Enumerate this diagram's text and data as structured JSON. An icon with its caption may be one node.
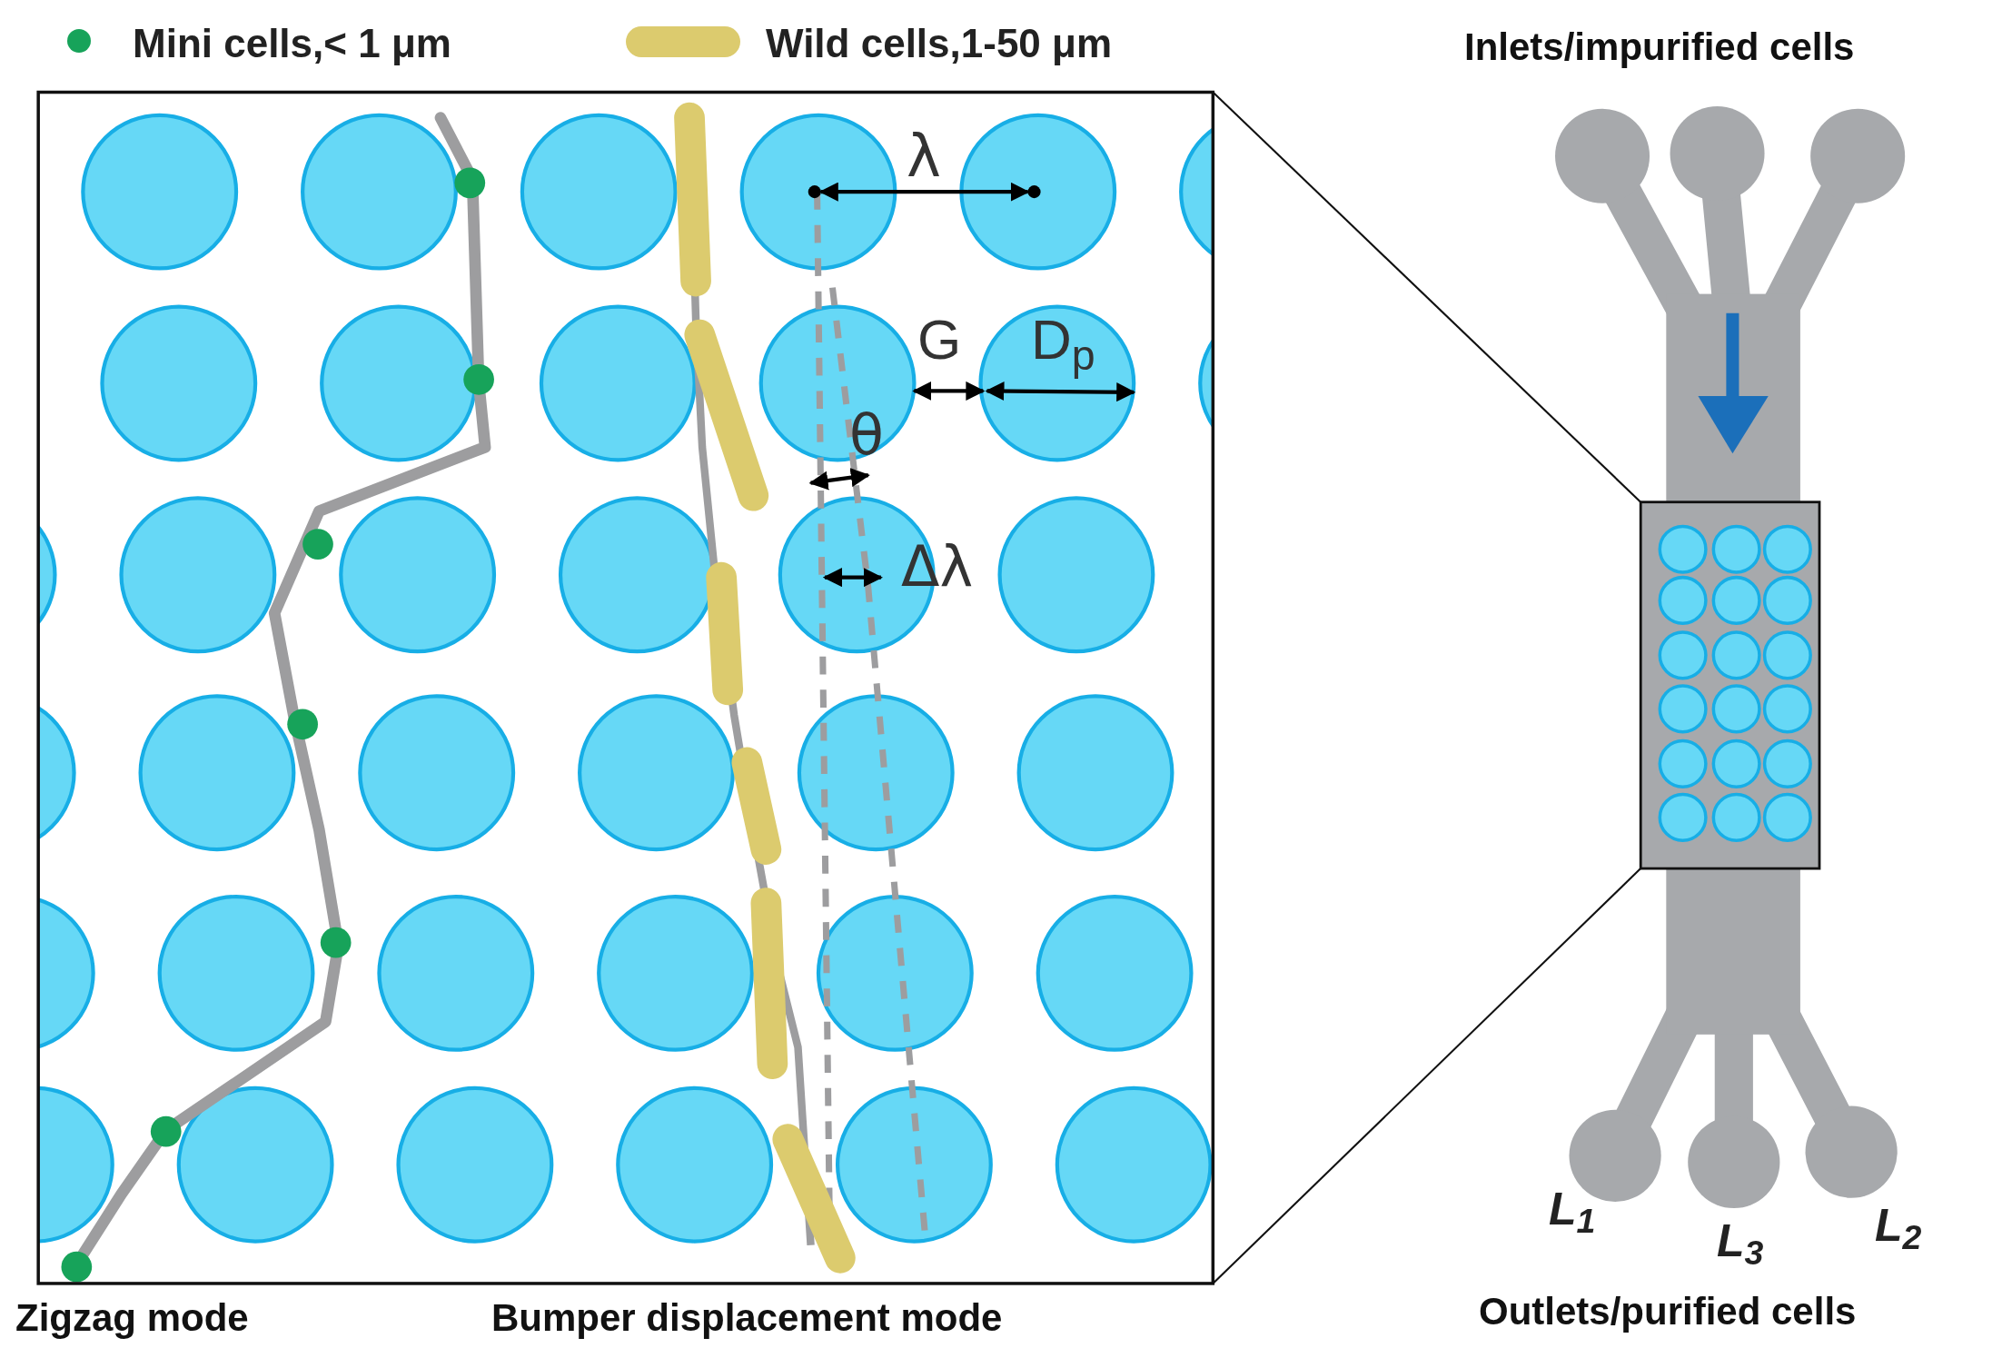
{
  "diagram": {
    "labels": [
      "Inlets/impurified cells",
      "λ",
      "G",
      "D$_{p}$",
      "θ",
      "Δλ",
      "L$_{1}$",
      "L$_{3}$",
      "L$_{2}$",
      "Outlets/purified cells",
      "Zigzag mode",
      "Bumper displacement mode"
    ],
    "legend": [
      {
        "text": "Mini cells,< 1 μm",
        "color": "#17a35a"
      },
      {
        "text": "Wild cells,1-50 μm",
        "color": "#dccb6e"
      }
    ]
  }
}
